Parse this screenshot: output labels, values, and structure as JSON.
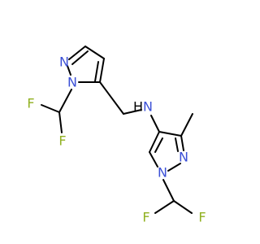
{
  "molecule": {
    "atoms": {
      "n_top_pyrazole_n2": {
        "symbol": "N",
        "color": "#3b50d6"
      },
      "n_top_pyrazole_n1": {
        "symbol": "N",
        "color": "#3b50d6"
      },
      "f_top_left": {
        "symbol": "F",
        "color": "#90b020"
      },
      "f_top_right": {
        "symbol": "F",
        "color": "#90b020"
      },
      "amine_n": {
        "symbol": "N",
        "color": "#3b50d6"
      },
      "amine_h": {
        "symbol": "H",
        "color": "#000000"
      },
      "n_bottom_pyrazole_n2": {
        "symbol": "N",
        "color": "#3b50d6"
      },
      "n_bottom_pyrazole_n1": {
        "symbol": "N",
        "color": "#3b50d6"
      },
      "f_bottom_left": {
        "symbol": "F",
        "color": "#90b020"
      },
      "f_bottom_right": {
        "symbol": "F",
        "color": "#90b020"
      }
    },
    "bond_color": "#000000"
  }
}
